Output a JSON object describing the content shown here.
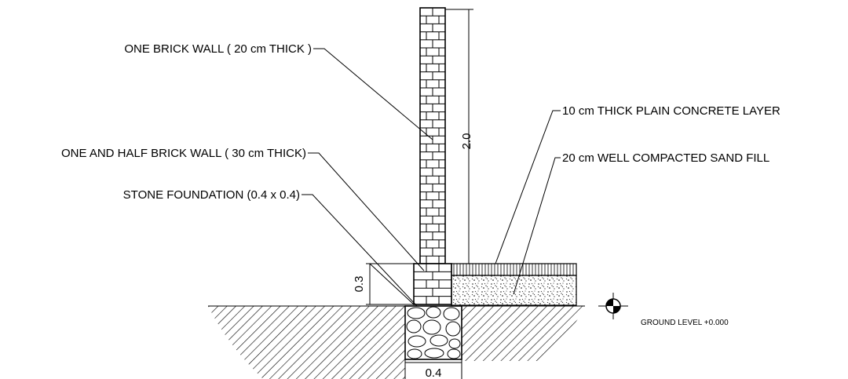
{
  "labels": {
    "one_brick_wall": "ONE BRICK WALL ( 20 cm THICK )",
    "one_half_brick_wall": "ONE AND HALF BRICK WALL ( 30 cm THICK)",
    "stone_foundation": "STONE FOUNDATION (0.4 x 0.4)",
    "concrete_layer": "10 cm THICK PLAIN CONCRETE LAYER",
    "sand_fill": "20 cm WELL COMPACTED SAND FILL",
    "ground_level": "GROUND LEVEL +0.000"
  },
  "dimensions": {
    "wall_height": "2.0",
    "footing_height": "0.3",
    "foundation_width": "0.4"
  },
  "colors": {
    "line": "#000000",
    "background": "#ffffff"
  }
}
